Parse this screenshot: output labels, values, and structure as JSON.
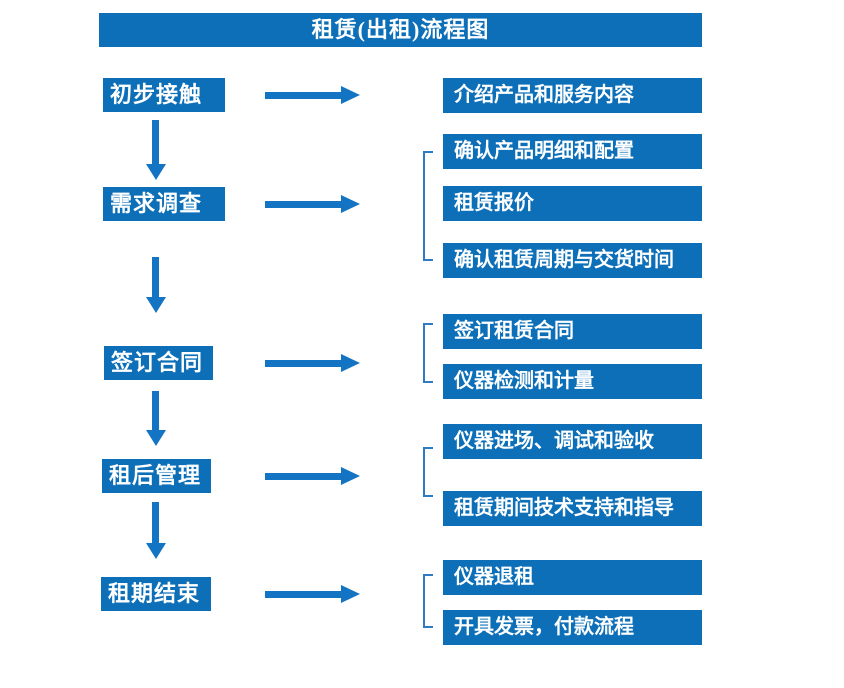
{
  "title": "租赁(出租)流程图",
  "colors": {
    "box-blue": "#0D6FB8",
    "arrow-blue": "#1474C4",
    "bracket-blue": "#2F7BC3"
  },
  "flow": {
    "steps": [
      {
        "label": "初步接触",
        "details": [
          "介绍产品和服务内容"
        ]
      },
      {
        "label": "需求调查",
        "details": [
          "确认产品明细和配置",
          "租赁报价",
          "确认租赁周期与交货时间"
        ]
      },
      {
        "label": "签订合同",
        "details": [
          "签订租赁合同",
          "仪器检测和计量"
        ]
      },
      {
        "label": "租后管理",
        "details": [
          "仪器进场、调试和验收",
          "租赁期间技术支持和指导"
        ]
      },
      {
        "label": "租期结束",
        "details": [
          "仪器退租",
          "开具发票，付款流程"
        ]
      }
    ]
  }
}
